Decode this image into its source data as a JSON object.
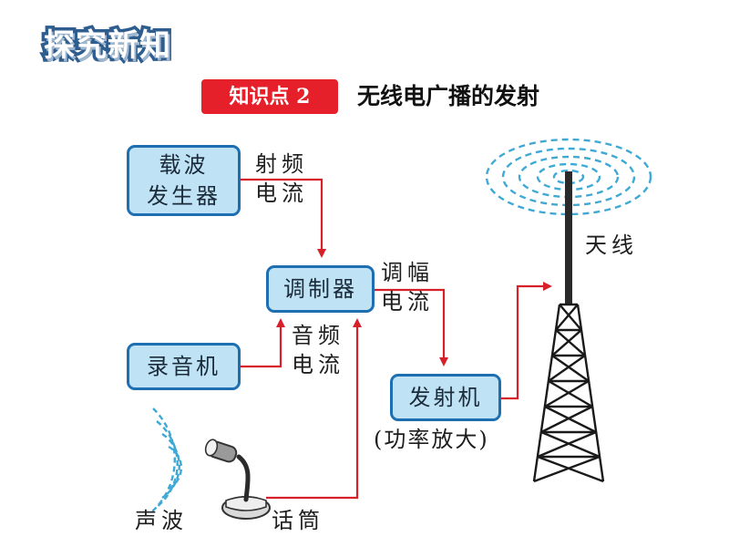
{
  "header": {
    "banner": "探究新知"
  },
  "knowledge_point": {
    "badge": "知识点 2",
    "title": "无线电广播的发射"
  },
  "nodes": {
    "carrier_generator": {
      "line1": "载波",
      "line2": "发生器"
    },
    "modulator": {
      "label": "调制器"
    },
    "recorder": {
      "label": "录音机"
    },
    "transmitter": {
      "label": "发射机"
    }
  },
  "labels": {
    "rf_current": {
      "line1": "射频",
      "line2": "电流"
    },
    "am_current": {
      "line1": "调幅",
      "line2": "电流"
    },
    "audio_current": {
      "line1": "音频",
      "line2": "电流"
    },
    "power_amp": "(功率放大)",
    "antenna": "天线",
    "sound_wave": "声波",
    "microphone": "话筒"
  },
  "colors": {
    "banner_stroke": "#2e5d8e",
    "badge_bg": "#e5202b",
    "node_fill": "#bfe3f5",
    "node_border": "#1e6fb1",
    "arrow": "#d6202a",
    "wave": "#3fa9d6",
    "tower": "#1a1a1a"
  }
}
